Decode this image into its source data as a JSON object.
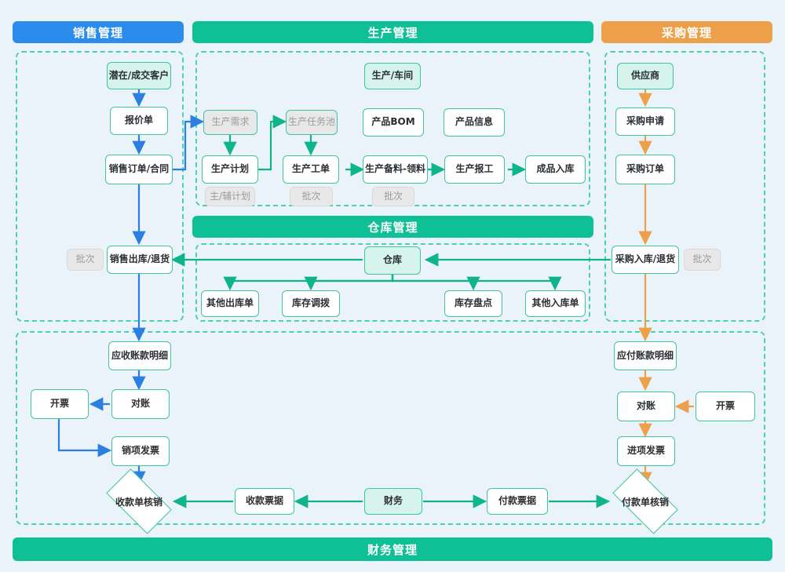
{
  "colors": {
    "canvas_bg": "#eaf2fa",
    "sales_bar": "#2b8ceb",
    "production_bar": "#0fbf96",
    "purchase_bar": "#eda04a",
    "warehouse_bar": "#0fbf96",
    "finance_bar": "#0fbf96",
    "node_border": "#3fc4a0",
    "node_fill_white": "#ffffff",
    "node_fill_teal": "#d6f3ec",
    "node_fill_gray": "#e8e8e8",
    "group_dash": "#4ecfb0",
    "arrow_blue": "#2b7fe0",
    "arrow_green": "#0fb48d",
    "arrow_orange": "#eda04a"
  },
  "bars": {
    "sales": "销售管理",
    "production": "生产管理",
    "purchase": "采购管理",
    "warehouse": "仓库管理",
    "finance": "财务管理"
  },
  "nodes": {
    "customer": "潜在/成交客户",
    "quotation": "报价单",
    "sales_order": "销售订单/合同",
    "sales_out": "销售出库/退货",
    "sales_batch": "批次",
    "prod_demand": "生产需求",
    "prod_plan": "生产计划",
    "prod_plan_sub": "主/辅计划",
    "task_pool": "生产任务池",
    "work_order": "生产工单",
    "work_order_sub": "批次",
    "prod_workshop": "生产/车间",
    "product_bom": "产品BOM",
    "product_info": "产品信息",
    "prod_material": "生产备料-领料",
    "prod_material_sub": "批次",
    "prod_report": "生产报工",
    "finished_in": "成品入库",
    "warehouse_hub": "仓库",
    "other_out": "其他出库单",
    "stock_transfer": "库存调拨",
    "stock_count": "库存盘点",
    "other_in": "其他入库单",
    "supplier": "供应商",
    "purchase_req": "采购申请",
    "purchase_order": "采购订单",
    "purchase_in": "采购入库/退货",
    "purchase_batch": "批次",
    "ar_detail": "应收账款明细",
    "ar_recon": "对账",
    "ar_invoice_btn": "开票",
    "output_invoice": "销项发票",
    "receipt_writeoff": "收款单核销",
    "receipt_bill": "收款票据",
    "finance_hub": "财务",
    "payment_bill": "付款票据",
    "payment_writeoff": "付款单核销",
    "input_invoice": "进项发票",
    "ap_recon": "对账",
    "ap_invoice_btn": "开票",
    "ap_detail": "应付账款明细"
  }
}
